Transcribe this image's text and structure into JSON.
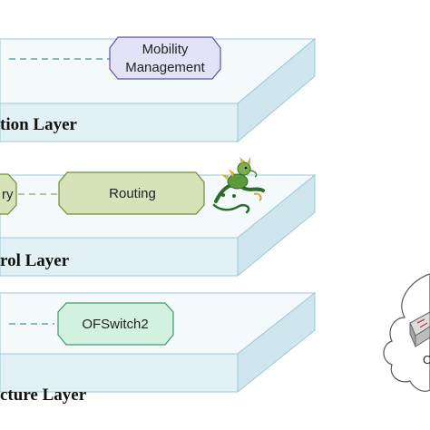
{
  "layers": [
    {
      "id": "application",
      "label": "tion Layer",
      "nodes": [
        {
          "id": "mobility",
          "lines": [
            "Mobility",
            "Management"
          ]
        }
      ]
    },
    {
      "id": "control",
      "label": "rol Layer",
      "nodes": [
        {
          "id": "partial",
          "lines": [
            "ry"
          ]
        },
        {
          "id": "routing",
          "lines": [
            "Routing"
          ]
        }
      ]
    },
    {
      "id": "infrastructure",
      "label": "cture Layer",
      "nodes": [
        {
          "id": "ofswitch",
          "lines": [
            "OFSwitch2"
          ]
        }
      ]
    }
  ],
  "cloud": {
    "label": "C"
  },
  "icons": [
    "dragon-mascot-icon",
    "switch-device-icon"
  ],
  "colors": {
    "slab_top": "#f4f9fb",
    "slab_front": "#e2f1f6",
    "slab_side": "#cfe6ee",
    "slab_edge": "#9ec9d6",
    "connector": "#4a8fa8",
    "mobility_fill": "#e4e2f7",
    "mobility_stroke": "#5a55a8",
    "routing_fill": "#d6e3b8",
    "routing_stroke": "#6f8d3a",
    "ofswitch_fill": "#d3f1df",
    "ofswitch_stroke": "#3f9a6a"
  }
}
